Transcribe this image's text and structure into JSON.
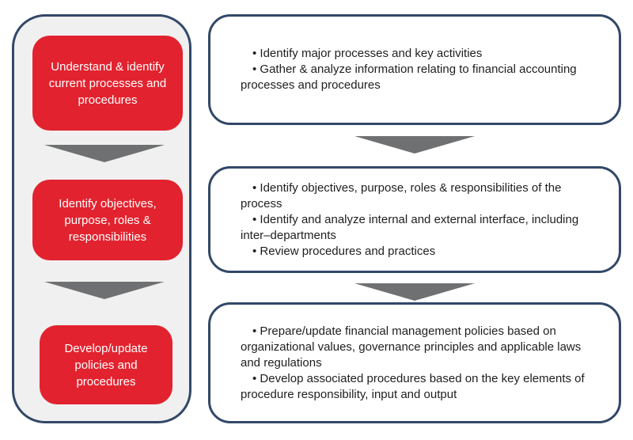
{
  "colors": {
    "navy": "#324868",
    "red": "#E2232F",
    "panel-gray": "#F0F0F0",
    "arrow-gray": "#6E7072",
    "text-dark": "#1E1E1E",
    "white": "#FFFFFF"
  },
  "flow": {
    "steps": [
      {
        "label": "Understand & identify\ncurrent processes and\nprocedures"
      },
      {
        "label": "Identify objectives,\npurpose, roles &\nresponsibilities"
      },
      {
        "label": "Develop/update\npolicies and\nprocedures"
      }
    ],
    "details": [
      {
        "bullets": [
          "• Identify major processes and key activities",
          "• Gather & analyze information relating to financial accounting processes and procedures"
        ]
      },
      {
        "bullets": [
          "• Identify objectives, purpose, roles & responsibilities of the process",
          "• Identify and analyze internal and external interface, including inter–departments",
          "• Review procedures and practices"
        ]
      },
      {
        "bullets": [
          "• Prepare/update financial management policies based on organizational values, governance principles and applicable laws and regulations",
          "• Develop associated procedures based on the key elements of procedure responsibility, input and output"
        ]
      }
    ]
  }
}
